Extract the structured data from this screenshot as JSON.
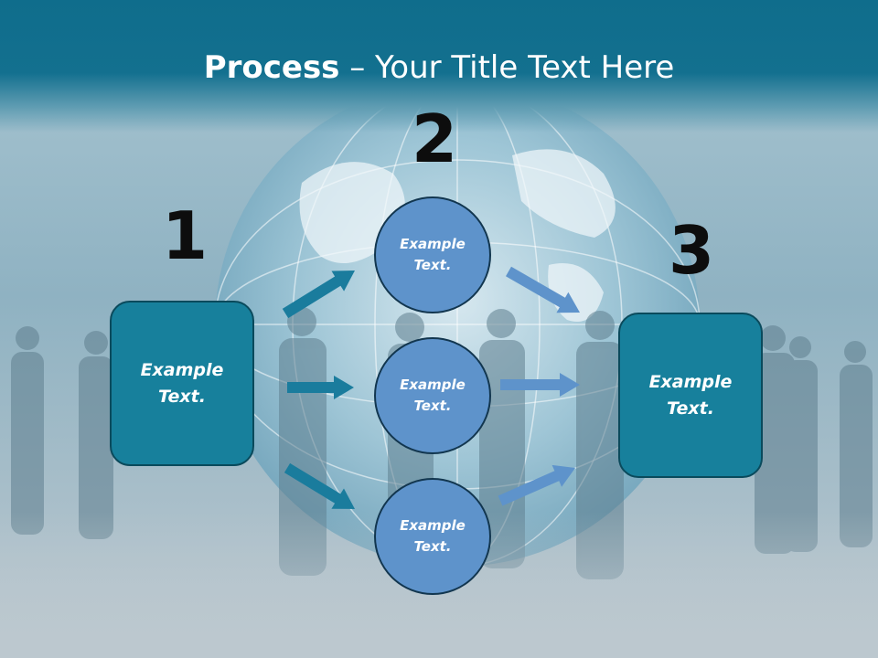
{
  "title": {
    "bold": "Process",
    "rest": " – Your Title Text Here"
  },
  "numbers": [
    "1",
    "2",
    "3"
  ],
  "left_box": {
    "text": "Example\nText."
  },
  "right_box": {
    "text": "Example\nText."
  },
  "circles": [
    {
      "text": "Example\nText."
    },
    {
      "text": "Example\nText."
    },
    {
      "text": "Example\nText."
    }
  ],
  "colors": {
    "header": "#13708f",
    "box": "#17809c",
    "circle": "#5e93cb",
    "arrow_left": "#1a7c9d",
    "arrow_right": "#5e93cb"
  }
}
